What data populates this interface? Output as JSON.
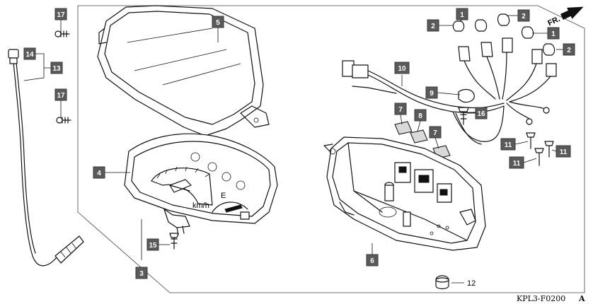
{
  "diagram": {
    "reference_code": "KPL3-F0200",
    "reference_suffix": "A",
    "direction_label": "FR.",
    "callouts": [
      {
        "id": "c17a",
        "label": "17"
      },
      {
        "id": "c14",
        "label": "14"
      },
      {
        "id": "c13",
        "label": "13"
      },
      {
        "id": "c17b",
        "label": "17"
      },
      {
        "id": "c5",
        "label": "5"
      },
      {
        "id": "c4",
        "label": "4"
      },
      {
        "id": "c15",
        "label": "15"
      },
      {
        "id": "c3",
        "label": "3"
      },
      {
        "id": "c1a",
        "label": "1"
      },
      {
        "id": "c2a",
        "label": "2"
      },
      {
        "id": "c2b",
        "label": "2"
      },
      {
        "id": "c1b",
        "label": "1"
      },
      {
        "id": "c2c",
        "label": "2"
      },
      {
        "id": "c10",
        "label": "10"
      },
      {
        "id": "c9",
        "label": "9"
      },
      {
        "id": "c7a",
        "label": "7"
      },
      {
        "id": "c8",
        "label": "8"
      },
      {
        "id": "c16",
        "label": "16"
      },
      {
        "id": "c7b",
        "label": "7"
      },
      {
        "id": "c11a",
        "label": "11"
      },
      {
        "id": "c11b",
        "label": "11"
      },
      {
        "id": "c11c",
        "label": "11"
      },
      {
        "id": "c6",
        "label": "6"
      }
    ],
    "plain_label_12": "12",
    "gauge_markings": {
      "unit": "km/h",
      "fuel_empty": "E"
    }
  }
}
